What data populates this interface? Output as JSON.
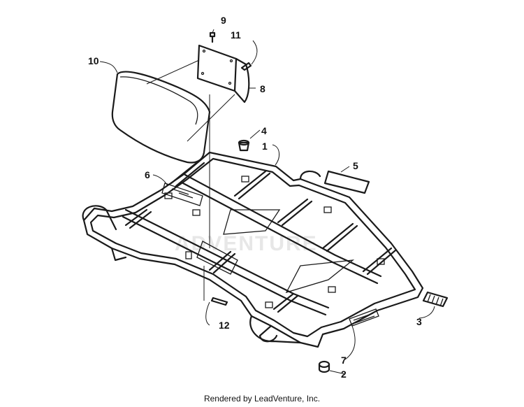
{
  "callouts": {
    "c1": "1",
    "c2": "2",
    "c3": "3",
    "c4": "4",
    "c5": "5",
    "c6": "6",
    "c7": "7",
    "c8": "8",
    "c9": "9",
    "c10": "10",
    "c11": "11",
    "c12": "12"
  },
  "watermark": "ADVENTURE",
  "footer": {
    "credit": "Rendered by LeadVenture, Inc."
  }
}
